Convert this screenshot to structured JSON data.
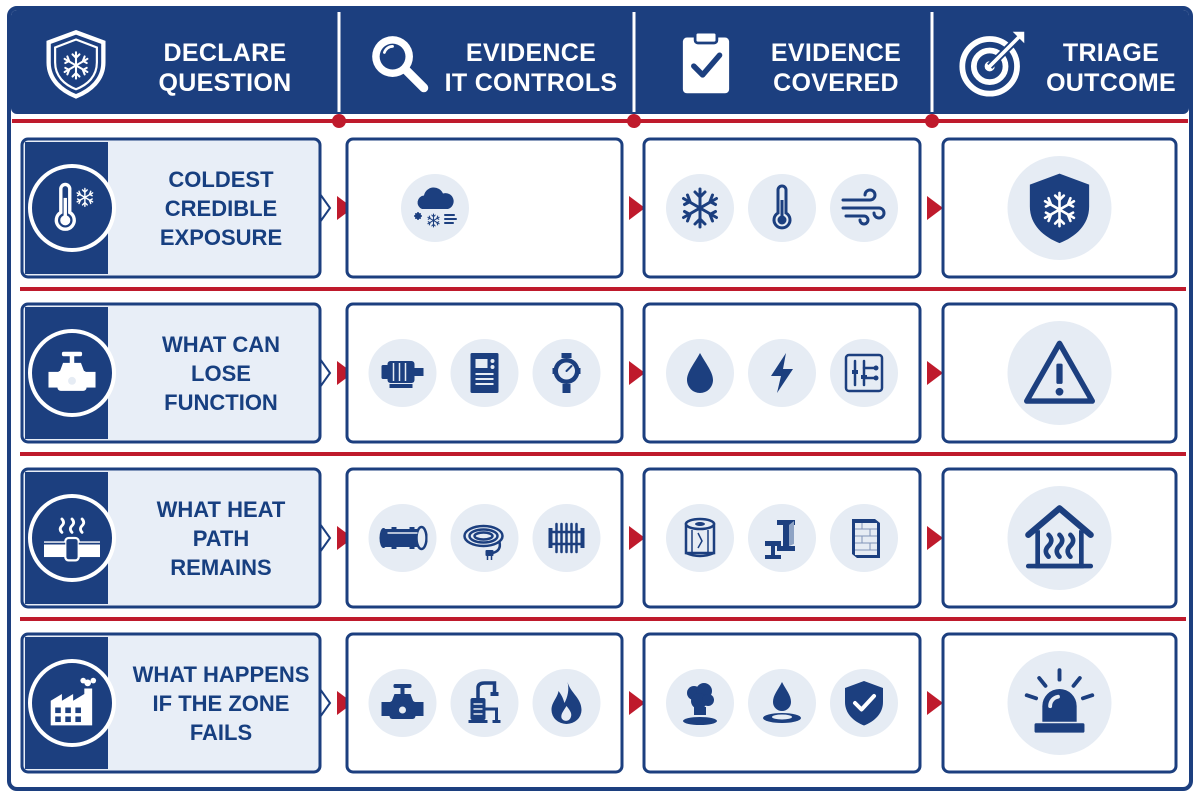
{
  "colors": {
    "navy": "#1c3f7f",
    "red": "#bf1a2c",
    "pale": "#e8eef7",
    "circle": "#e6ecf4"
  },
  "header": [
    {
      "line1": "DECLARE",
      "line2": "QUESTION",
      "icon": "shield-snowflake-icon"
    },
    {
      "line1": "EVIDENCE",
      "line2": "IT CONTROLS",
      "icon": "magnifier-icon"
    },
    {
      "line1": "EVIDENCE",
      "line2": "COVERED",
      "icon": "clipboard-check-icon"
    },
    {
      "line1": "TRIAGE",
      "line2": "OUTCOME",
      "icon": "target-arrow-icon"
    }
  ],
  "rows": [
    {
      "line1": "COLDEST",
      "line2": "CREDIBLE",
      "line3": "EXPOSURE",
      "icon": "thermometer-snowflake-icon",
      "controls": [
        "cloud-snow-wind-icon"
      ],
      "covered": [
        "snowflake-icon",
        "thermometer-icon",
        "wind-icon"
      ],
      "outcome": "shield-snowflake-icon"
    },
    {
      "line1": "WHAT CAN",
      "line2": "LOSE",
      "line3": "FUNCTION",
      "icon": "valve-icon",
      "controls": [
        "pump-motor-icon",
        "control-cabinet-icon",
        "transmitter-gauge-icon"
      ],
      "covered": [
        "water-drop-icon",
        "lightning-icon",
        "circuit-board-icon"
      ],
      "outcome": "warning-triangle-icon"
    },
    {
      "line1": "WHAT HEAT",
      "line2": "PATH",
      "line3": "REMAINS",
      "icon": "heat-traced-pipe-icon",
      "controls": [
        "pipe-section-icon",
        "heat-cable-icon",
        "heater-coil-icon"
      ],
      "covered": [
        "insulation-roll-icon",
        "steel-beam-icon",
        "wall-panel-icon"
      ],
      "outcome": "heated-house-icon"
    },
    {
      "line1": "WHAT HAPPENS",
      "line2": "IF THE ZONE",
      "line3": "FAILS",
      "icon": "factory-icon",
      "controls": [
        "valve-icon",
        "pump-pipe-icon",
        "flame-icon"
      ],
      "covered": [
        "smoke-cloud-icon",
        "leak-drop-icon",
        "shield-check-icon"
      ],
      "outcome": "alarm-beacon-icon"
    }
  ]
}
